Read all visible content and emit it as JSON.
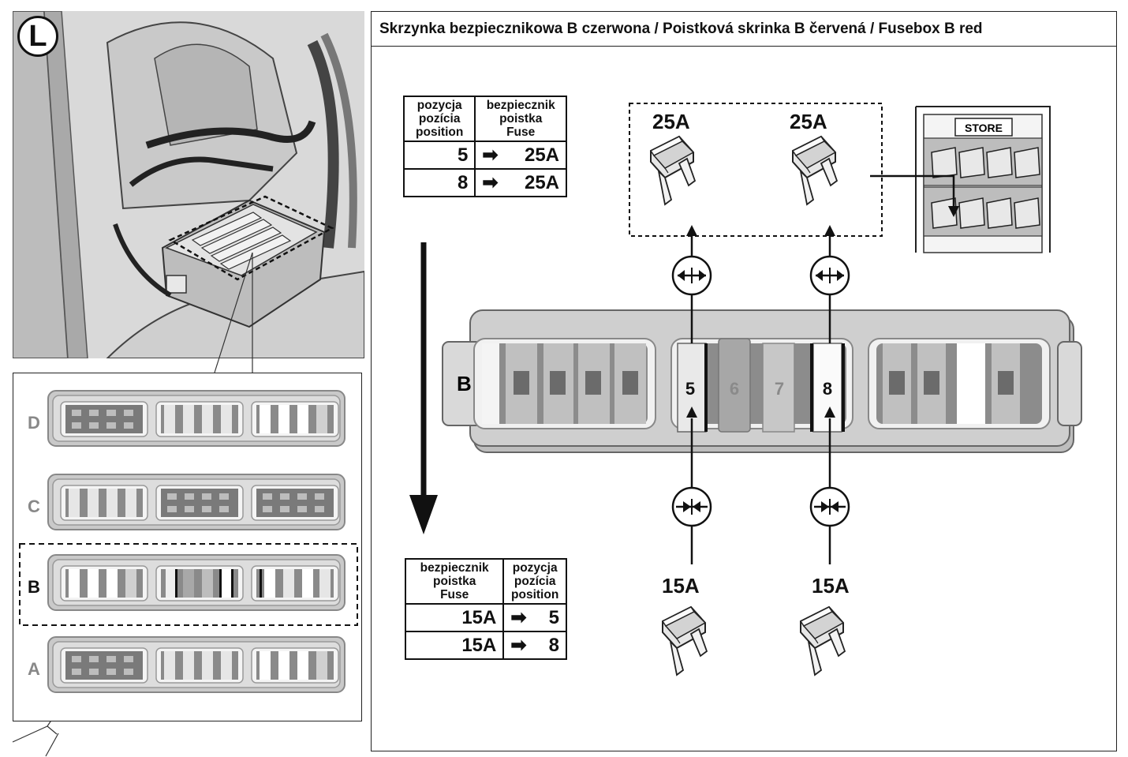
{
  "location_badge": "L",
  "header": {
    "title": "Skrzynka bezpiecznikowa B czerwona / Poistková skrinka B červená / Fusebox B red"
  },
  "table_remove": {
    "headers": [
      "pozycja\npozícia\nposition",
      "bezpiecznik\npoistka\nFuse"
    ],
    "rows": [
      {
        "position": "5",
        "fuse": "25A"
      },
      {
        "position": "8",
        "fuse": "25A"
      }
    ]
  },
  "table_insert": {
    "headers": [
      "bezpiecznik\npoistka\nFuse",
      "pozycja\npozícia\nposition"
    ],
    "rows": [
      {
        "fuse": "15A",
        "position": "5"
      },
      {
        "fuse": "15A",
        "position": "8"
      }
    ]
  },
  "fuse_labels": {
    "removed_left": "25A",
    "removed_right": "25A",
    "inserted_left": "15A",
    "inserted_right": "15A"
  },
  "store_label": "STORE",
  "fusebox": {
    "name": "B",
    "slots": [
      "5",
      "6",
      "7",
      "8"
    ]
  },
  "overview_rows": [
    "D",
    "C",
    "B",
    "A"
  ],
  "colors": {
    "box_fill": "#c8c8c8",
    "fuse_light": "#ededed",
    "fuse_dark": "#6b6b6b",
    "line": "#111111"
  }
}
